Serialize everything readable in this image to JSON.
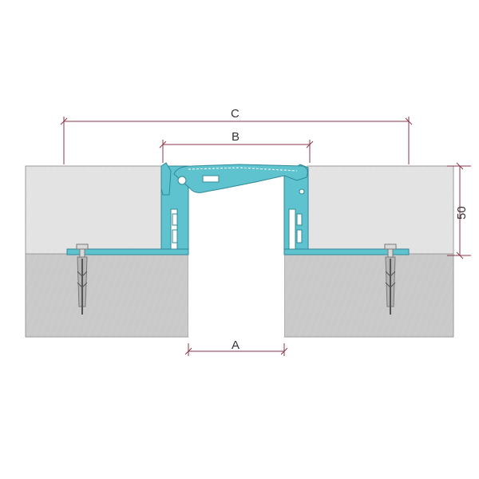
{
  "labels": {
    "c": "C",
    "b": "B",
    "a": "A",
    "height": "50"
  },
  "colors": {
    "profile": "#5fc3cf",
    "profile_stroke": "#2f8a96",
    "upper_layer": "#e3e3e3",
    "lower_layer": "#c9c9c9",
    "dim_line": "#8b3a4a",
    "anchor": "#b5b5b5"
  }
}
